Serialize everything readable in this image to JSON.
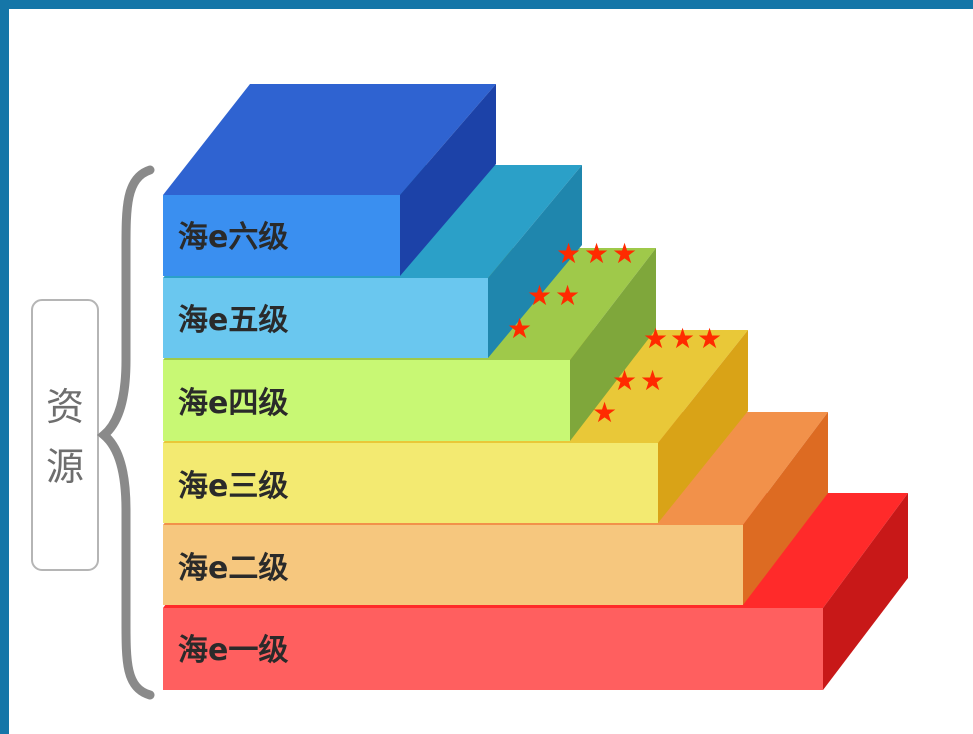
{
  "resource_label": {
    "line1": "资",
    "line2": "源"
  },
  "levels": [
    {
      "label": "海e六级",
      "face": "#3a8ff0",
      "top": "#2f63d1",
      "side": "#1c42a8"
    },
    {
      "label": "海e五级",
      "face": "#6ac7ef",
      "top": "#2ba0c8",
      "side": "#1f86ad"
    },
    {
      "label": "海e四级",
      "face": "#c8f874",
      "top": "#9fc94a",
      "side": "#7fa73b"
    },
    {
      "label": "海e三级",
      "face": "#f3ea71",
      "top": "#e9c838",
      "side": "#d9a317"
    },
    {
      "label": "海e二级",
      "face": "#f6c77e",
      "top": "#f2914a",
      "side": "#dd6b22"
    },
    {
      "label": "海e一级",
      "face": "#ff5f5f",
      "top": "#ff2a2a",
      "side": "#c81818"
    }
  ],
  "stars": {
    "group_a": {
      "rows": [
        3,
        2,
        1
      ]
    },
    "group_b": {
      "rows": [
        3,
        2,
        1
      ]
    }
  }
}
